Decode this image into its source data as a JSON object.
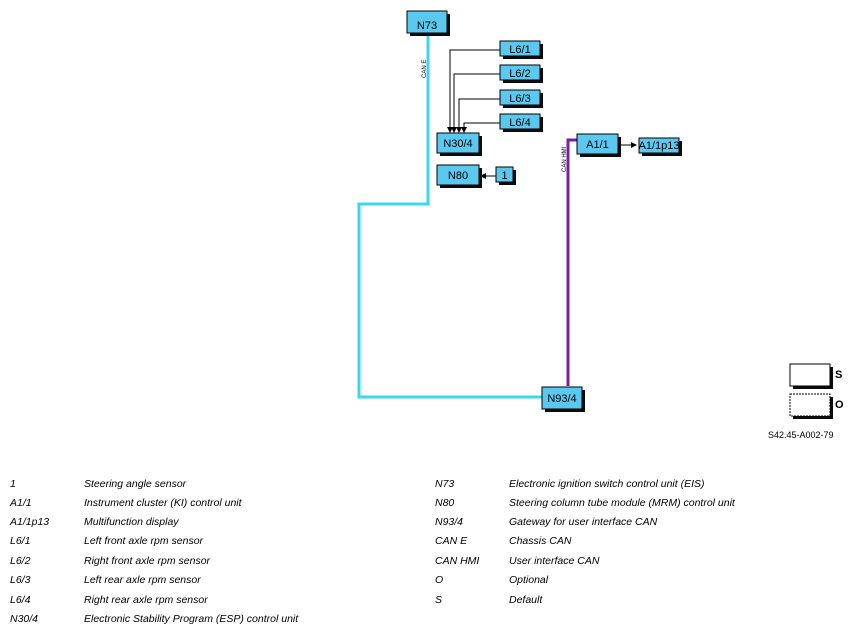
{
  "components": {
    "n73": "N73",
    "l6_1": "L6/1",
    "l6_2": "L6/2",
    "l6_3": "L6/3",
    "l6_4": "L6/4",
    "n30_4": "N30/4",
    "n80": "N80",
    "steering_sensor": "1",
    "a1_1": "A1/1",
    "a1_1p13": "A1/1p13",
    "n93_4": "N93/4"
  },
  "buses": {
    "can_e": "CAN E",
    "can_hmi": "CAN HMI"
  },
  "colors": {
    "box_fill": "#5bc8f0",
    "can_e_line": "#3ad8f0",
    "can_hmi_line": "#7a1fa2"
  },
  "key": {
    "standard": "S",
    "optional": "O"
  },
  "doc_ref": "S42.45-A002-79",
  "legend_left": [
    {
      "code": "1",
      "desc": "Steering angle sensor"
    },
    {
      "code": "A1/1",
      "desc": "Instrument cluster (KI) control unit"
    },
    {
      "code": "A1/1p13",
      "desc": "Multifunction display"
    },
    {
      "code": "L6/1",
      "desc": "Left front axle rpm sensor"
    },
    {
      "code": "L6/2",
      "desc": "Right front axle rpm sensor"
    },
    {
      "code": "L6/3",
      "desc": "Left rear axle rpm sensor"
    },
    {
      "code": "L6/4",
      "desc": "Right rear axle rpm sensor"
    },
    {
      "code": "N30/4",
      "desc": "Electronic Stability Program (ESP) control unit"
    }
  ],
  "legend_right": [
    {
      "code": "N73",
      "desc": "Electronic ignition switch control unit (EIS)"
    },
    {
      "code": "N80",
      "desc": "Steering column tube module (MRM) control unit"
    },
    {
      "code": "N93/4",
      "desc": "Gateway for user interface CAN"
    },
    {
      "code": "CAN E",
      "desc": "Chassis CAN"
    },
    {
      "code": "CAN HMI",
      "desc": "User interface CAN"
    },
    {
      "code": "O",
      "desc": "Optional"
    },
    {
      "code": "S",
      "desc": "Default"
    }
  ]
}
